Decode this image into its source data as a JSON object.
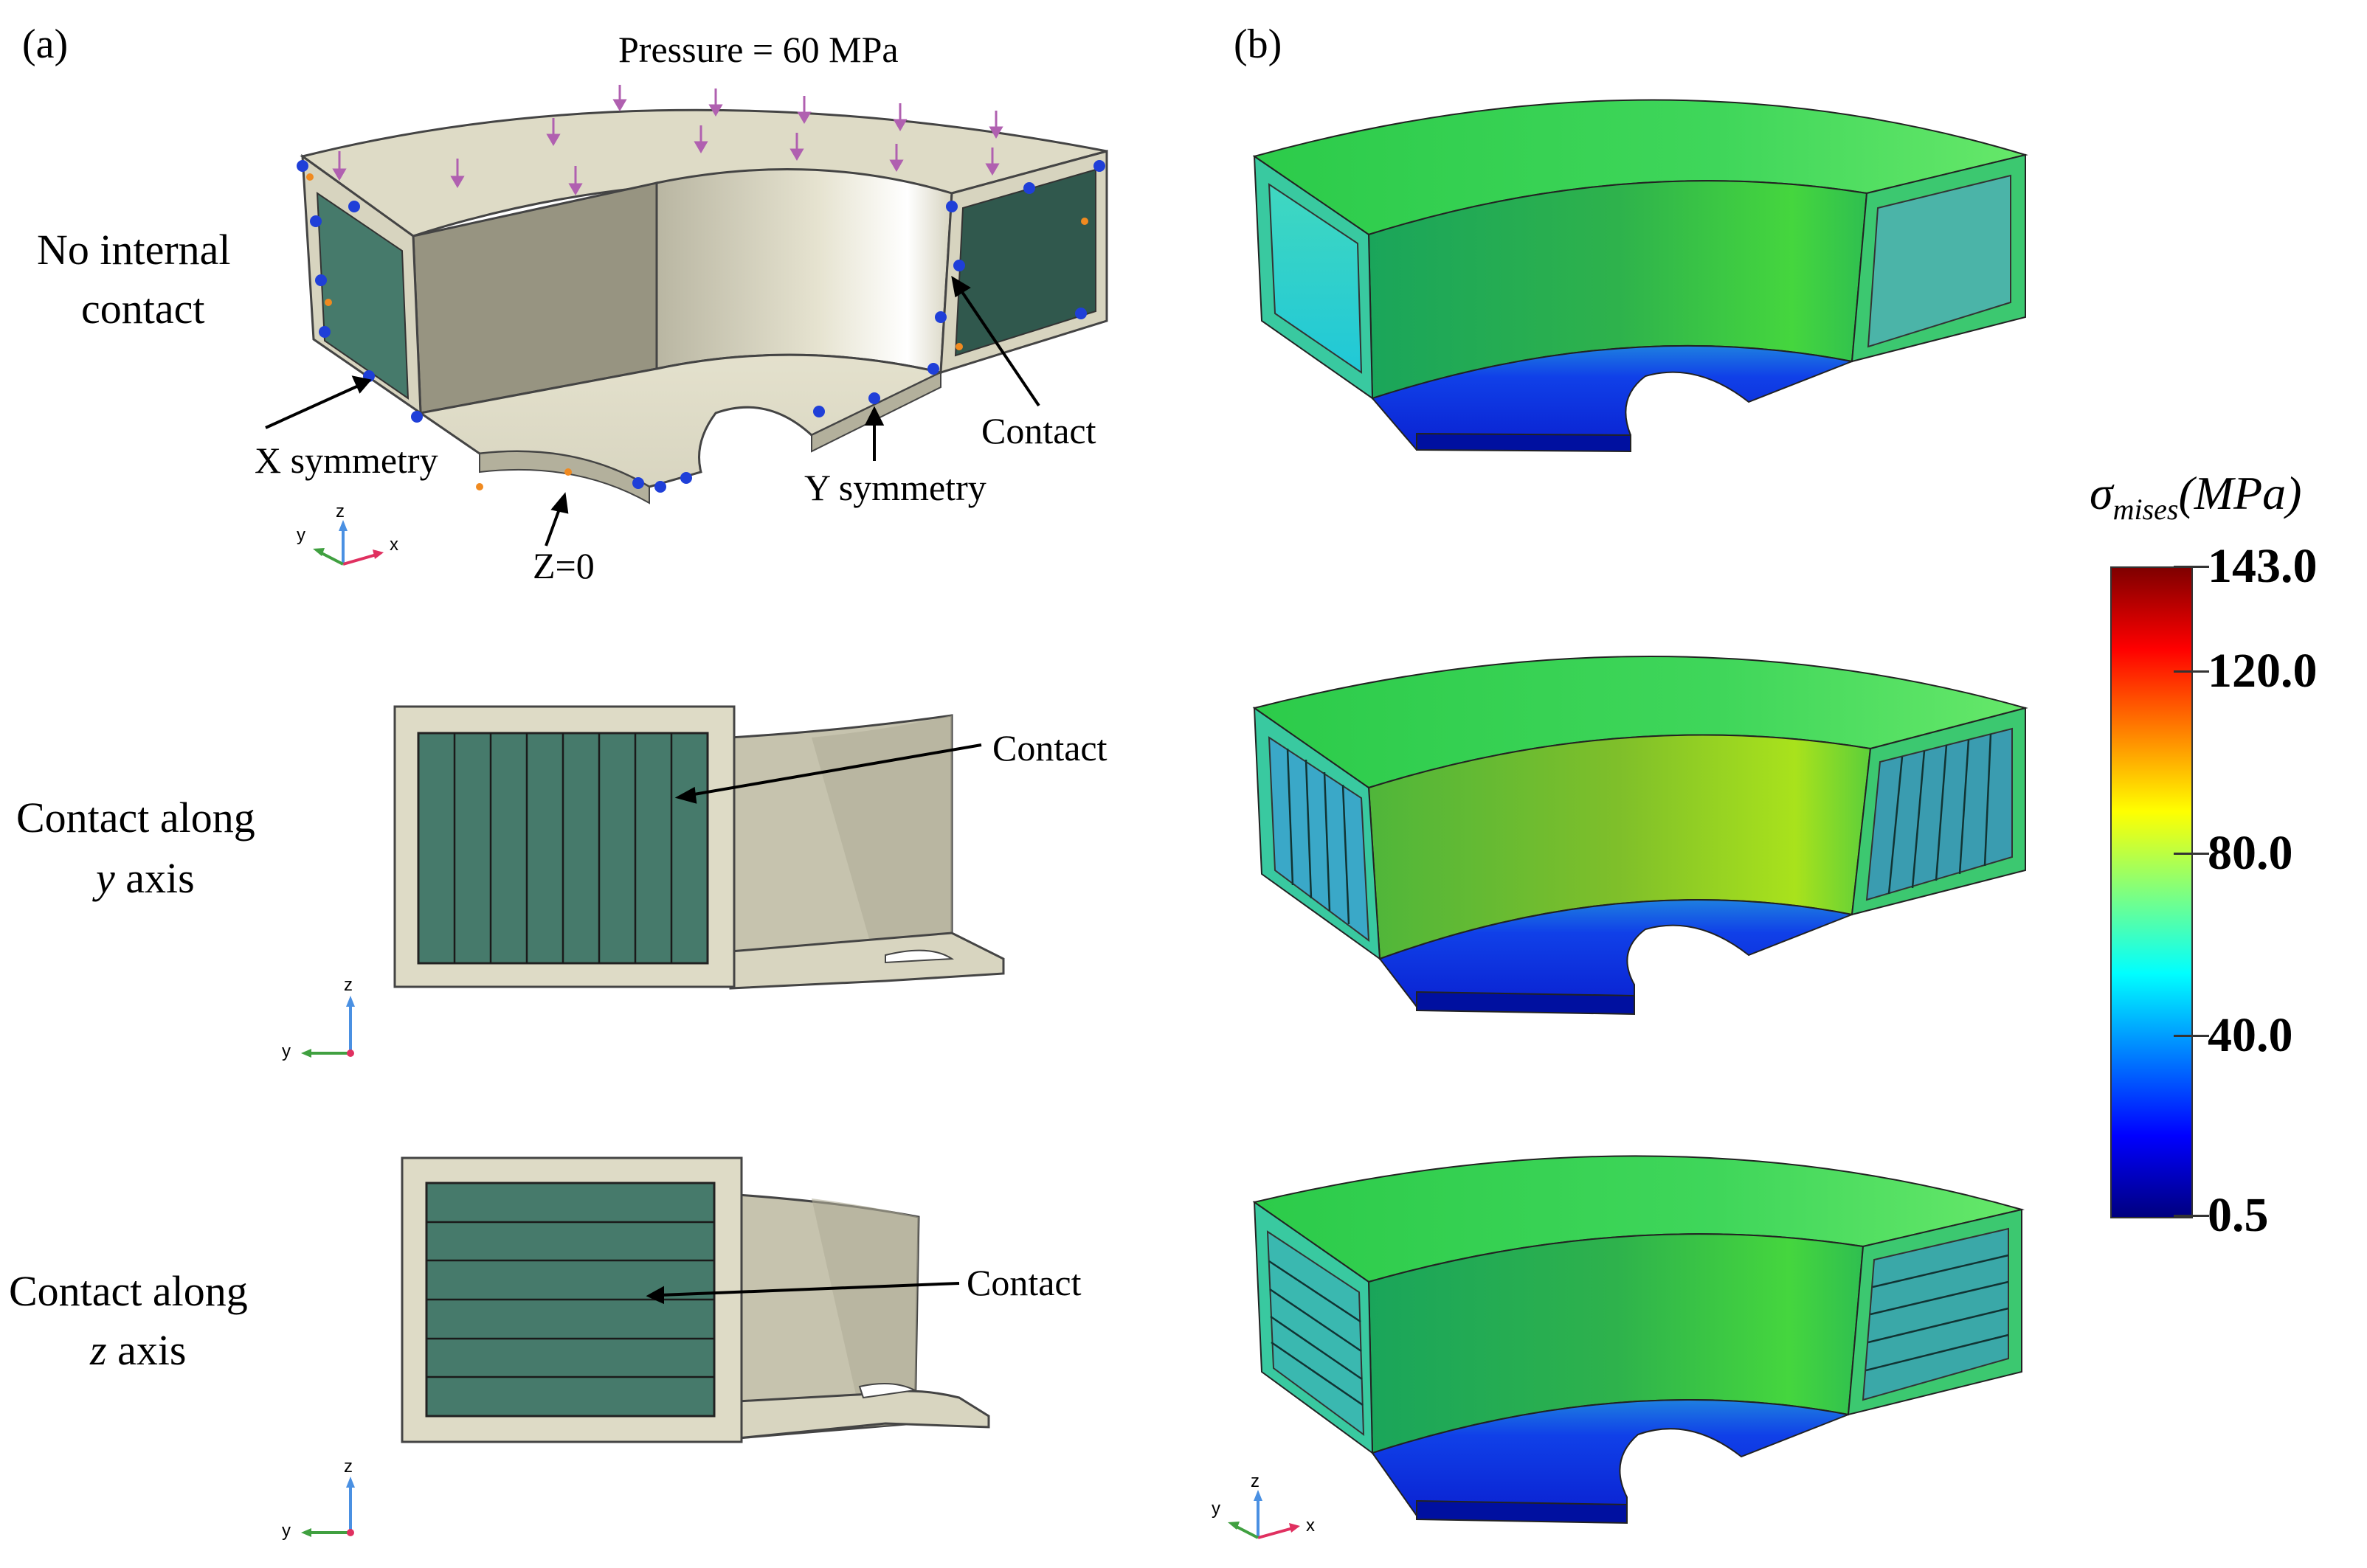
{
  "panel_a": {
    "label": "(a)",
    "pressure_label": "Pressure = 60 MPa",
    "row1": {
      "title_line1": "No internal",
      "title_line2": "contact",
      "x_symmetry": "X symmetry",
      "y_symmetry": "Y symmetry",
      "z0": "Z=0",
      "contact": "Contact",
      "axes": {
        "y": "y",
        "z": "z",
        "x": "x"
      }
    },
    "row2": {
      "title_line1": "Contact along",
      "title_axis": "y",
      "title_suffix": "axis",
      "contact": "Contact",
      "axes": {
        "y": "y",
        "z": "z"
      }
    },
    "row3": {
      "title_line1": "Contact along",
      "title_axis": "z",
      "title_suffix": "axis",
      "contact": "Contact",
      "axes": {
        "y": "y",
        "z": "z"
      }
    }
  },
  "panel_b": {
    "label": "(b)",
    "axes": {
      "y": "y",
      "z": "z",
      "x": "x"
    },
    "colorbar": {
      "title_sigma": "σ",
      "title_sub": "mises",
      "title_unit": "(MPa)",
      "min": 0.5,
      "max": 143.0,
      "ticks": [
        {
          "value": 143.0,
          "label": "143.0"
        },
        {
          "value": 120.0,
          "label": "120.0"
        },
        {
          "value": 80.0,
          "label": "80.0"
        },
        {
          "value": 40.0,
          "label": "40.0"
        },
        {
          "value": 0.5,
          "label": "0.5"
        }
      ],
      "colors": [
        "#00007f",
        "#0000ff",
        "#007fff",
        "#00ffff",
        "#7fff7f",
        "#ffff00",
        "#ff7f00",
        "#ff0000",
        "#7f0000"
      ]
    }
  },
  "colors": {
    "geometry_face": "#dedbc6",
    "geometry_dark": "#9a9782",
    "contact_face": "#467a6b",
    "green_field": "#3ec848",
    "blue_field": "#1030e0"
  }
}
